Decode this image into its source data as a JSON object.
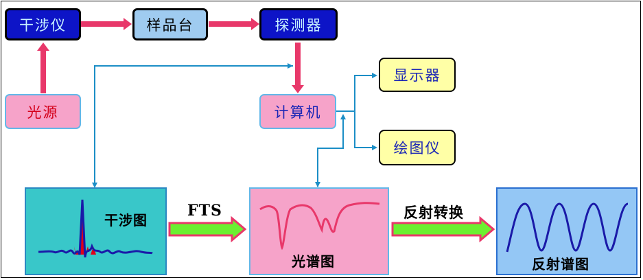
{
  "nodes": {
    "interferometer": "干涉仪",
    "sample_stage": "样品台",
    "detector": "探测器",
    "light_source": "光源",
    "computer": "计算机",
    "display": "显示器",
    "plotter": "绘图仪"
  },
  "panels": {
    "interferogram": "干涉图",
    "spectrum": "光谱图",
    "reflection_spectrum": "反射谱图"
  },
  "transforms": {
    "fts": "FTS",
    "reflection_conversion": "反射转换"
  },
  "colors": {
    "dark_box": "#0d14c7",
    "light_box": "#9fcbf0",
    "pink_box": "#f6a3c9",
    "yellow_box": "#ffffa6",
    "teal_panel": "#39c7c9",
    "blue_panel": "#94c7f5",
    "wire_blue": "#1b8ec6",
    "arrow_red": "#e8386a",
    "arrow_green": "#6bf031"
  }
}
